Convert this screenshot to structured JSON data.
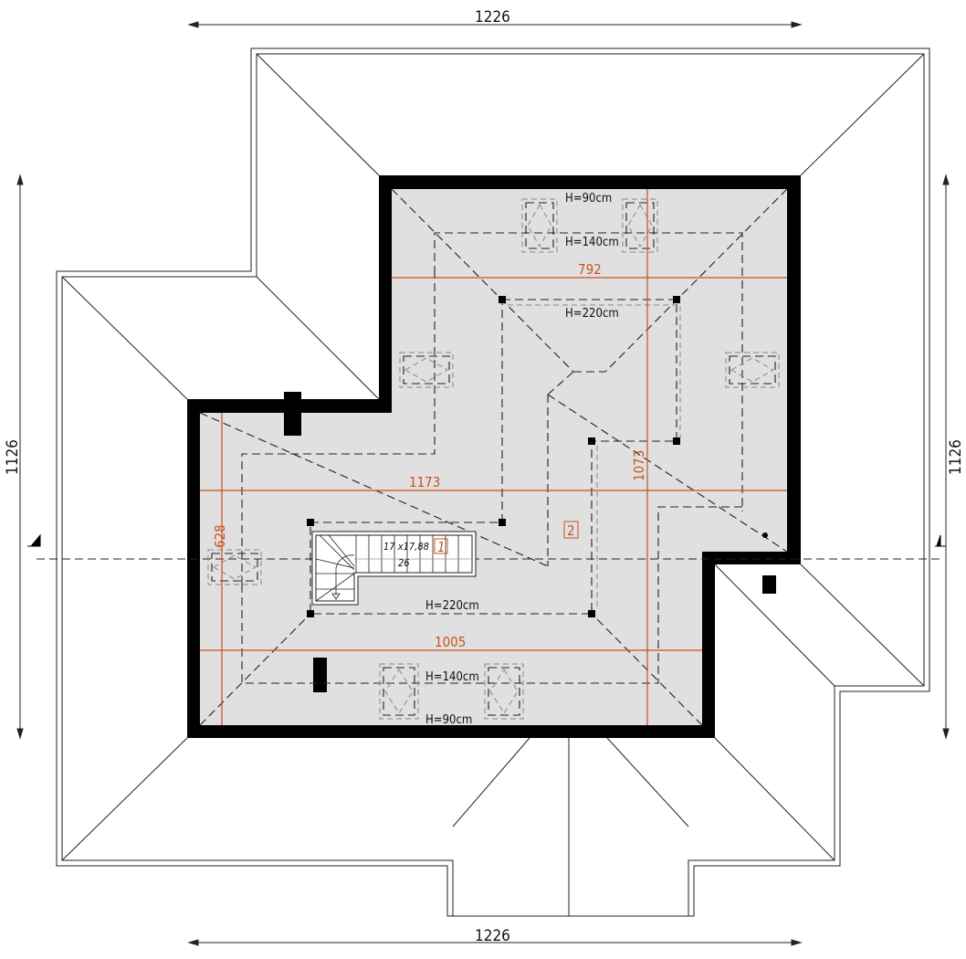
{
  "dimensions": {
    "top_width": "1226",
    "bottom_width": "1226",
    "left_height": "1126",
    "right_height": "1126",
    "inner_top_width": "792",
    "inner_mid_width": "1173",
    "inner_bottom_width": "1005",
    "inner_left_height": "628",
    "inner_vertical": "1073"
  },
  "heights": {
    "top_h90": "H=90cm",
    "top_h140": "H=140cm",
    "top_h220": "H=220cm",
    "bottom_h220": "H=220cm",
    "bottom_h140": "H=140cm",
    "bottom_h90": "H=90cm"
  },
  "rooms": [
    {
      "number": "1"
    },
    {
      "number": "2"
    }
  ],
  "stairs": {
    "steps": "17 x17,88",
    "tread": "26"
  },
  "colors": {
    "floor": "#e0e0e0",
    "wall": "#000000",
    "accent": "#c8501e"
  }
}
